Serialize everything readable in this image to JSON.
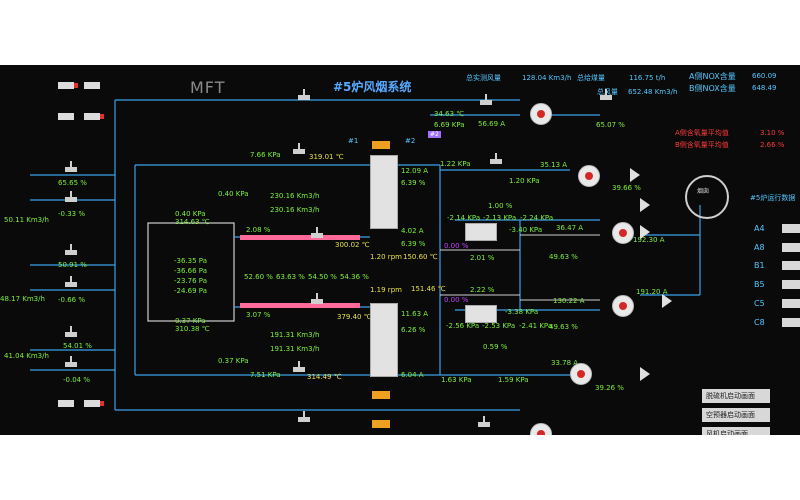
{
  "header": {
    "mft": "MFT",
    "title": "#5炉风烟系统",
    "total_air_label": "总实测风量",
    "total_air_value": "128.04 Km3/h",
    "total_coal_label": "总给煤量",
    "total_coal_value": "116.75 t/h",
    "total_secondary_label": "总风量",
    "total_secondary_value": "652.48 Km3/h",
    "a_nox_label": "A侧NOX含量",
    "a_nox_value": "660.09",
    "b_nox_label": "B侧NOX含量",
    "b_nox_value": "648.49",
    "a_o2_label": "A侧含氧量平均值",
    "a_o2_value": "3.10 %",
    "b_o2_label": "B侧含氧量平均值",
    "b_o2_value": "2.66 %"
  },
  "furnace": {
    "p1": "-36.35 Pa",
    "p2": "-36.66 Pa",
    "p3": "-23.76 Pa",
    "p4": "-24.69 Pa",
    "top_kpa": "0.40 KPa",
    "top_temp": "314.63 ℃",
    "bot_kpa": "0.37 KPa",
    "bot_temp": "310.38 ℃"
  },
  "left": {
    "top_pct": "65.65 %",
    "top_pct2": "-0.33 %",
    "flow1": "50.11 Km3/h",
    "mid_pct": "50.91 %",
    "mid_pct2": "-0.66 %",
    "flow2": "48.17 Km3/h",
    "bot_pct": "54.01 %",
    "flow3": "41.04 Km3/h",
    "bot_pct2": "-0.04 %"
  },
  "center": {
    "kpa_top": "7.66 KPa",
    "temp_top": "319.01 ℃",
    "kpa_a": "0.40 KPa",
    "flow_a1": "230.16 Km3/h",
    "flow_a2": "230.16 Km3/h",
    "pct_a": "2.08 %",
    "temp_a": "300.02 ℃",
    "rpm_a": "1.20 rpm",
    "temp_a2": "150.60 ℃",
    "pct_b": "3.07 %",
    "temp_b": "379.40 ℃",
    "flow_b1": "191.31 Km3/h",
    "flow_b2": "191.31 Km3/h",
    "kpa_b": "0.37 KPa",
    "kpa_bot": "7.51 KPa",
    "temp_bot": "314.49 ℃",
    "rpm_b": "1.19 rpm",
    "temp_b2": "151.46 ℃",
    "aph1": "52.60 %",
    "aph2": "63.63 %",
    "aph3": "54.50 %",
    "aph4": "54.36 %",
    "curr_a": "12.09 A",
    "pct_ca": "6.39 %",
    "curr_ca": "4.02 A",
    "curr_b": "11.63 A",
    "pct_cb": "6.26 %",
    "curr_cb": "6.04 A",
    "label_a": "#1",
    "label_b": "#2",
    "temp_right_top": "34.63 ℃",
    "kpa_right_top": "6.69 KPa",
    "flow_pct": "56.69 A",
    "pct_top_fan": "65.07 %"
  },
  "right": {
    "kpa1": "1.22 KPa",
    "kpa2": "1.20 KPa",
    "fan1_curr": "35.13 A",
    "fan1_pct": "39.66 %",
    "pct1": "1.00 %",
    "kpa3": "-2.14 KPa",
    "kpa4": "-2.13 KPa",
    "kpa5": "-2.24 KPa",
    "kpa6": "-3.40 KPa",
    "curr1": "36.47 A",
    "pct2": "0.00 %",
    "pct3": "2.01 %",
    "pct4": "49.63 %",
    "fan2_curr": "192.30 A",
    "pct5": "2.22 %",
    "kpa7": "-3.38 KPa",
    "curr2": "130.22 A",
    "fan3_curr": "191.20 A",
    "pct6": "0.00 %",
    "kpa8": "-2.56 KPa",
    "kpa9": "-2.53 KPa",
    "kpa10": "-2.41 KPa",
    "pct7": "0.59 %",
    "pct8": "49.63 %",
    "kpa11": "1.63 KPa",
    "kpa12": "1.59 KPa",
    "fan4_curr": "33.78 A",
    "fan4_pct": "39.26 %",
    "stack_label": "烟囱"
  },
  "side_panel": {
    "title": "#5炉运行数据",
    "items": [
      "A4",
      "A8",
      "B1",
      "B5",
      "C5",
      "C8"
    ]
  },
  "buttons": [
    {
      "label": "脱硫机启动画面"
    },
    {
      "label": "空预器启动画面"
    },
    {
      "label": "风机启动画面"
    }
  ]
}
